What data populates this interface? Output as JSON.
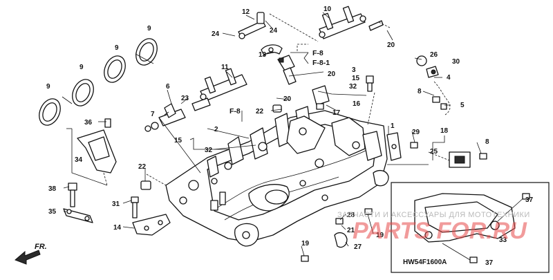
{
  "diagram": {
    "callouts": {
      "c1": "1",
      "c2": "2",
      "c3": "3",
      "c4": "4",
      "c5": "5",
      "c6": "6",
      "c7": "7",
      "c8a": "8",
      "c8b": "8",
      "c9a": "9",
      "c9b": "9",
      "c9c": "9",
      "c9d": "9",
      "c10": "10",
      "c11": "11",
      "c12": "12",
      "c13": "13",
      "c14": "14",
      "c15a": "15",
      "c15b": "15",
      "c16": "16",
      "c17": "17",
      "c18": "18",
      "c19a": "19",
      "c19b": "19",
      "c20a": "20",
      "c20b": "20",
      "c20c": "20",
      "c21": "21",
      "c22a": "22",
      "c22b": "22",
      "c23": "23",
      "c24a": "24",
      "c24b": "24",
      "c25": "25",
      "c26": "26",
      "c27": "27",
      "c28": "28",
      "c29": "29",
      "c30": "30",
      "c31": "31",
      "c32a": "32",
      "c32b": "32",
      "c33": "33",
      "c34": "34",
      "c35": "35",
      "c36": "36",
      "c37a": "37",
      "c37b": "37",
      "c38": "38"
    },
    "references": {
      "f8a": "F-8",
      "f81": "F-8-1",
      "f8b": "F-8"
    },
    "direction_label": "FR.",
    "drawing_code": "HW54F1600A"
  },
  "watermark": {
    "banner_text": "ЗАПЧАСТИ И АКСЕССУАРЫ ДЛЯ МОТОТЕХНИКИ",
    "logo_text": "PARTS FOR.RU"
  },
  "colors": {
    "ink": "#111111",
    "watermark_red": "#e64a4a",
    "watermark_gray": "#b9b9b9"
  }
}
